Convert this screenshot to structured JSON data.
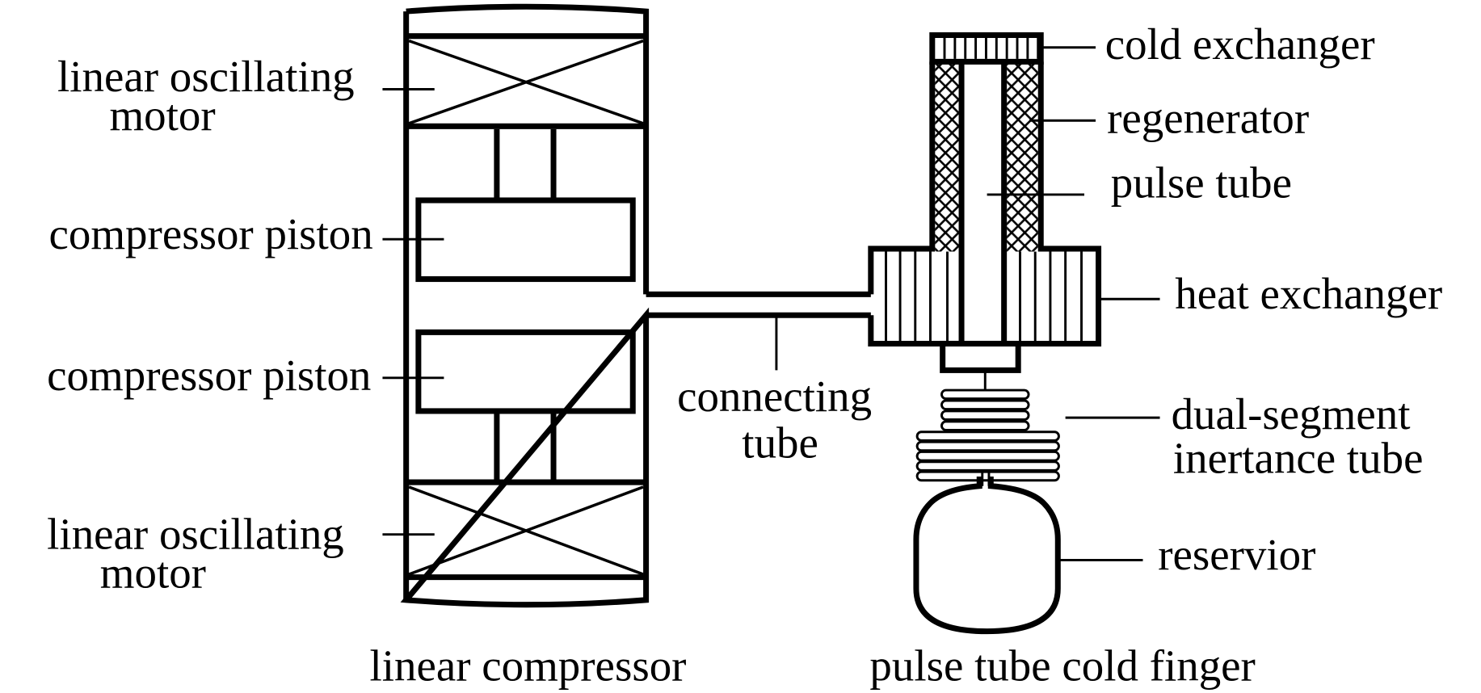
{
  "diagram": {
    "colors": {
      "stroke": "#000000",
      "background": "#ffffff"
    },
    "compressor": {
      "title": "linear compressor",
      "labels": {
        "motor_top_line1": "linear oscillating",
        "motor_top_line2": "motor",
        "piston_top": "compressor piston",
        "piston_bottom": "compressor piston",
        "motor_bottom_line1": "linear oscillating",
        "motor_bottom_line2": "motor"
      }
    },
    "connecting_tube": {
      "line1": "connecting",
      "line2": "tube"
    },
    "cold_finger": {
      "title": "pulse tube cold finger",
      "labels": {
        "cold_exchanger": "cold exchanger",
        "regenerator": "regenerator",
        "pulse_tube": "pulse tube",
        "heat_exchanger": "heat exchanger",
        "inertance_line1": "dual-segment",
        "inertance_line2": "inertance tube",
        "reservoir": "reservior"
      }
    }
  }
}
